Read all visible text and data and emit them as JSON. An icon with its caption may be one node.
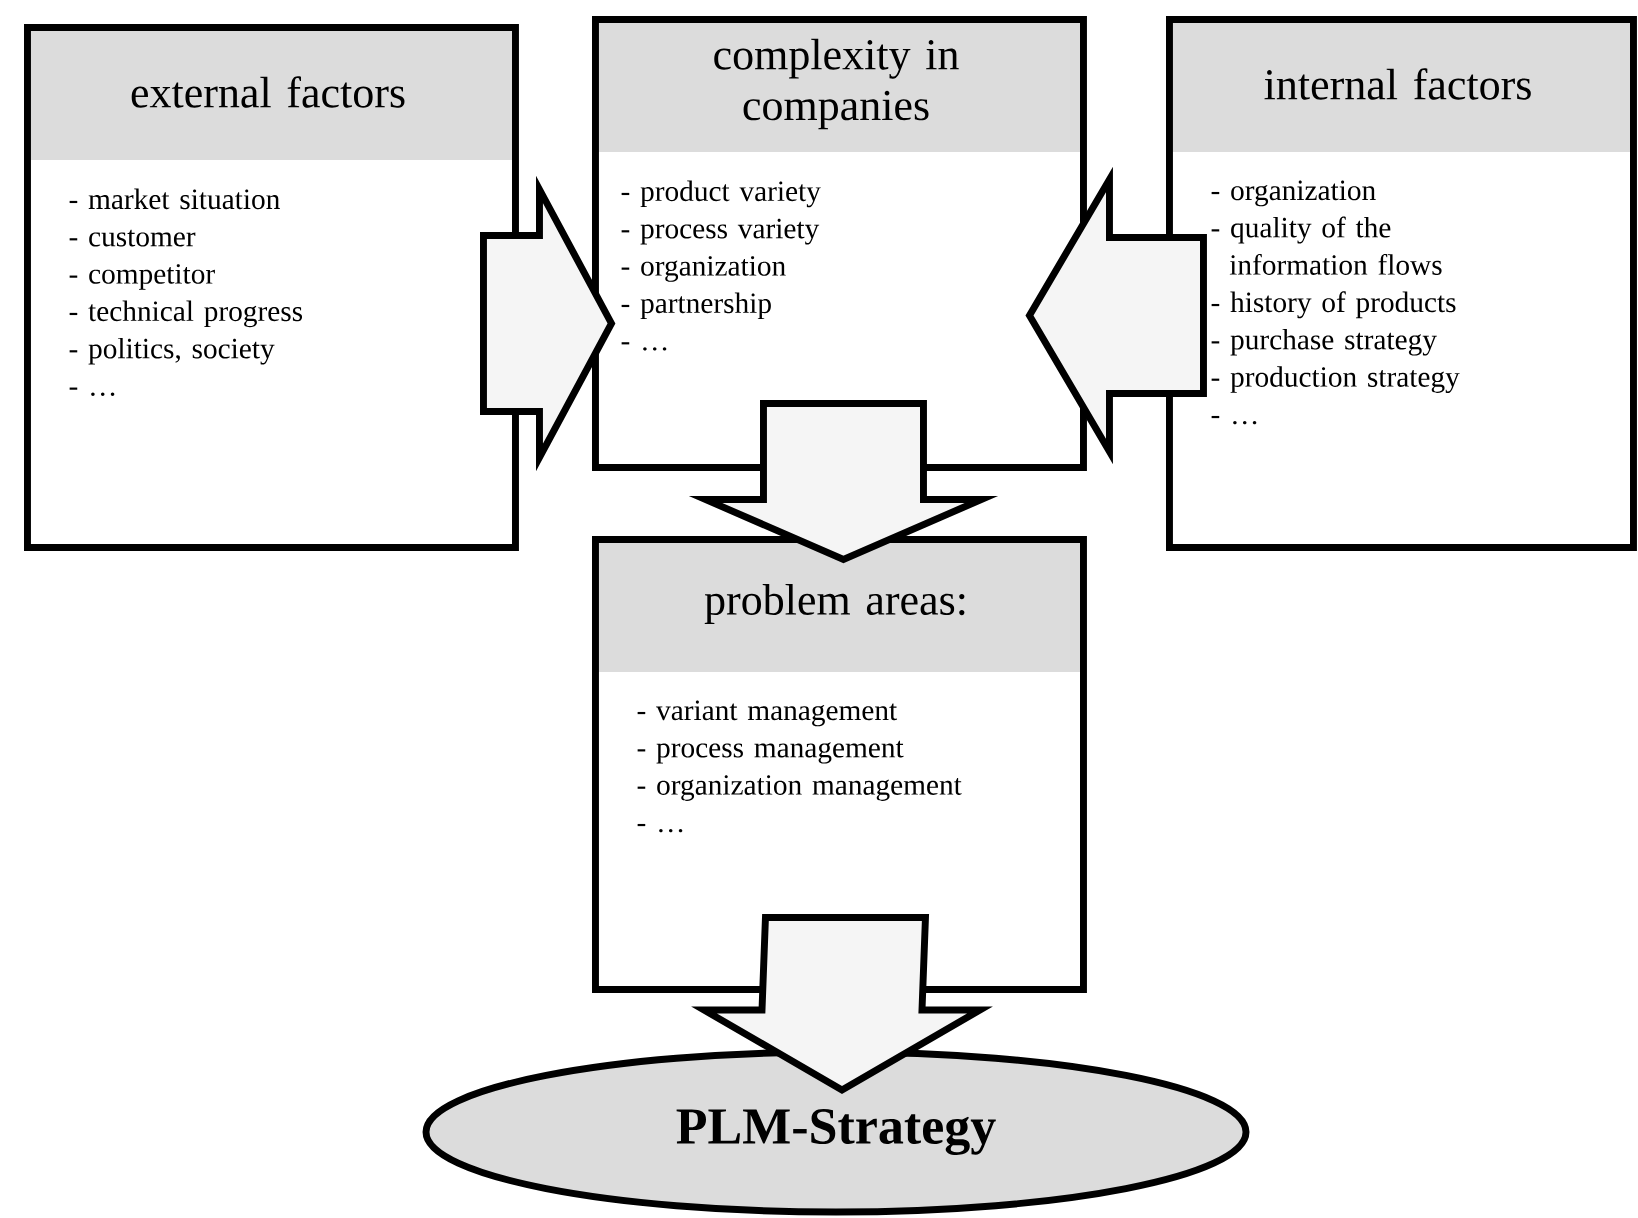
{
  "diagram": {
    "nodes": [
      {
        "text": [
          "external factors",
          "- market situation",
          "- customer",
          "- competitor",
          "- technical progress",
          "- politics, society",
          "- …"
        ]
      },
      {
        "text": [
          "complexity in companies",
          "- product variety",
          "- process variety",
          "- organization",
          "- partnership",
          "- …"
        ]
      },
      {
        "text": [
          "internal factors",
          "- organization",
          "- quality of the information flows",
          "- history of products",
          "- purchase strategy",
          "- production strategy",
          "- …"
        ]
      },
      {
        "text": [
          "problem areas:",
          "- variant management",
          "- process management",
          "- organization management",
          "- …"
        ]
      },
      {
        "text": [
          "PLM-Strategy"
        ]
      }
    ],
    "edges": [
      {
        "from": 0,
        "to": 1,
        "arrow": "to"
      },
      {
        "from": 2,
        "to": 1,
        "arrow": "to"
      },
      {
        "from": 1,
        "to": 3,
        "arrow": "to"
      },
      {
        "from": 3,
        "to": 4,
        "arrow": "to"
      }
    ]
  }
}
